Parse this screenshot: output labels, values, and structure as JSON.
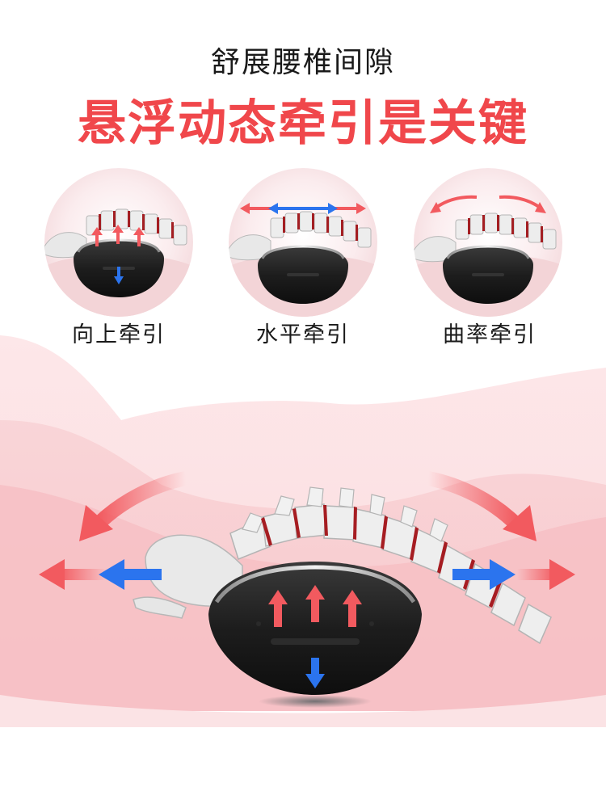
{
  "header": {
    "subtitle": "舒展腰椎间隙",
    "title": "悬浮动态牵引是关键"
  },
  "modes": [
    {
      "label": "向上牵引",
      "icon": "spine-upward-traction-icon"
    },
    {
      "label": "水平牵引",
      "icon": "spine-horizontal-traction-icon"
    },
    {
      "label": "曲率牵引",
      "icon": "spine-curvature-traction-icon"
    }
  ],
  "colors": {
    "title_red": "#f0474b",
    "arrow_red": "#f25a5f",
    "arrow_blue": "#2b74ee",
    "device_black": "#1b1b1b",
    "background_pink": "#f7c7ca"
  }
}
